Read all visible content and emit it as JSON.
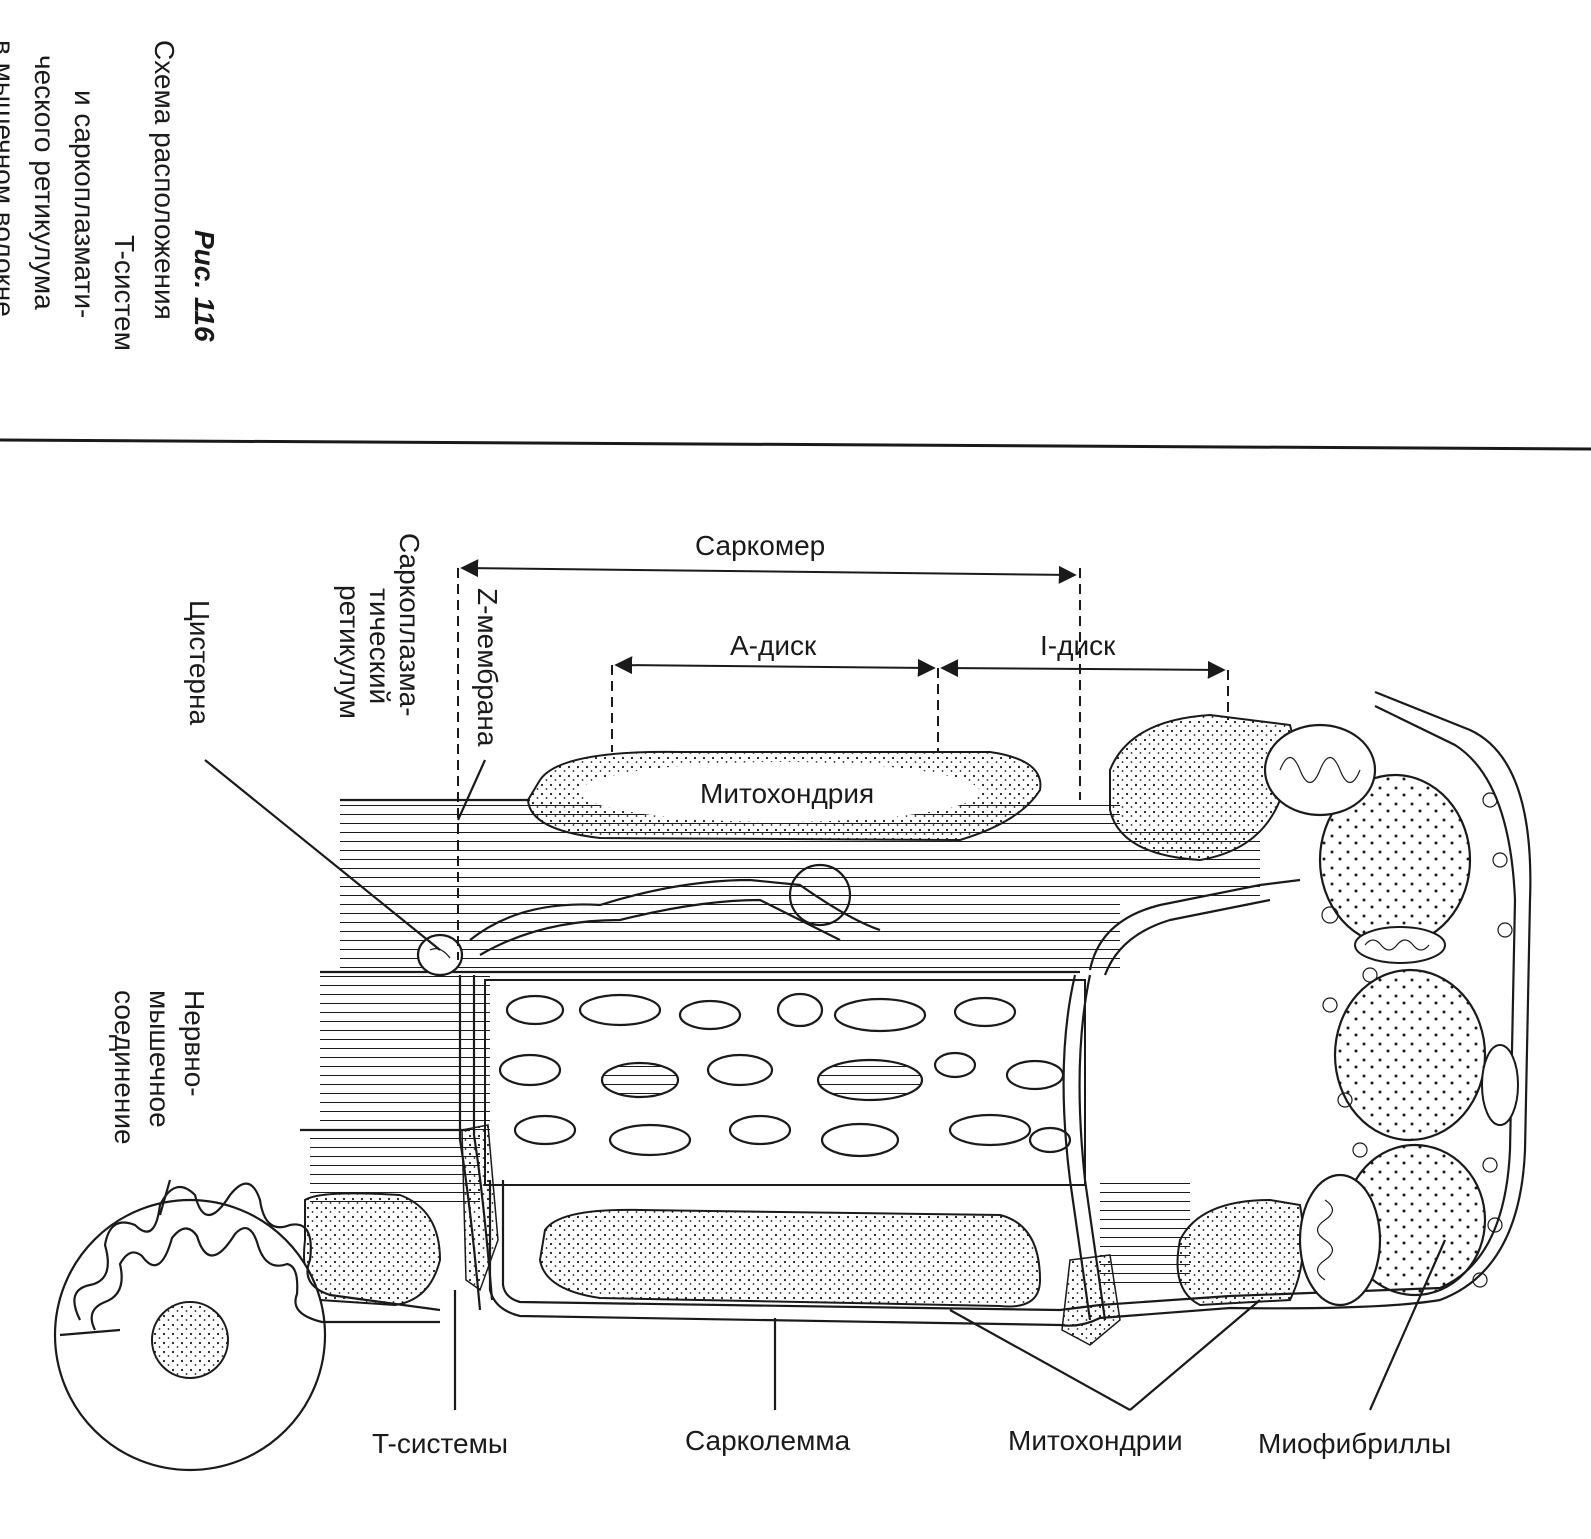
{
  "caption": {
    "figure_number": "Рис. 116",
    "lines": [
      "Схема расположения",
      "T-систем",
      "и саркоплазмати-",
      "ческого ретикулума",
      "в мышечном волокне"
    ]
  },
  "labels": {
    "sarcomere": "Саркомер",
    "a_disc": "A-диск",
    "i_disc": "I-диск",
    "mitochondrion": "Митохондрия",
    "z_membrane": "Z-мембрана",
    "sarcoplasmic_reticulum": [
      "Саркоплазма-",
      "тический",
      "ретикулум"
    ],
    "cistern": "Цистерна",
    "neuromuscular_junction": [
      "Нервно-",
      "мышечное",
      "соединение"
    ],
    "t_systems": "T-системы",
    "sarcolemma": "Сарколемма",
    "mitochondria": "Митохондрии",
    "myofibrils": "Миофибриллы"
  },
  "colors": {
    "ink": "#1a1a1a",
    "paper": "#ffffff"
  }
}
